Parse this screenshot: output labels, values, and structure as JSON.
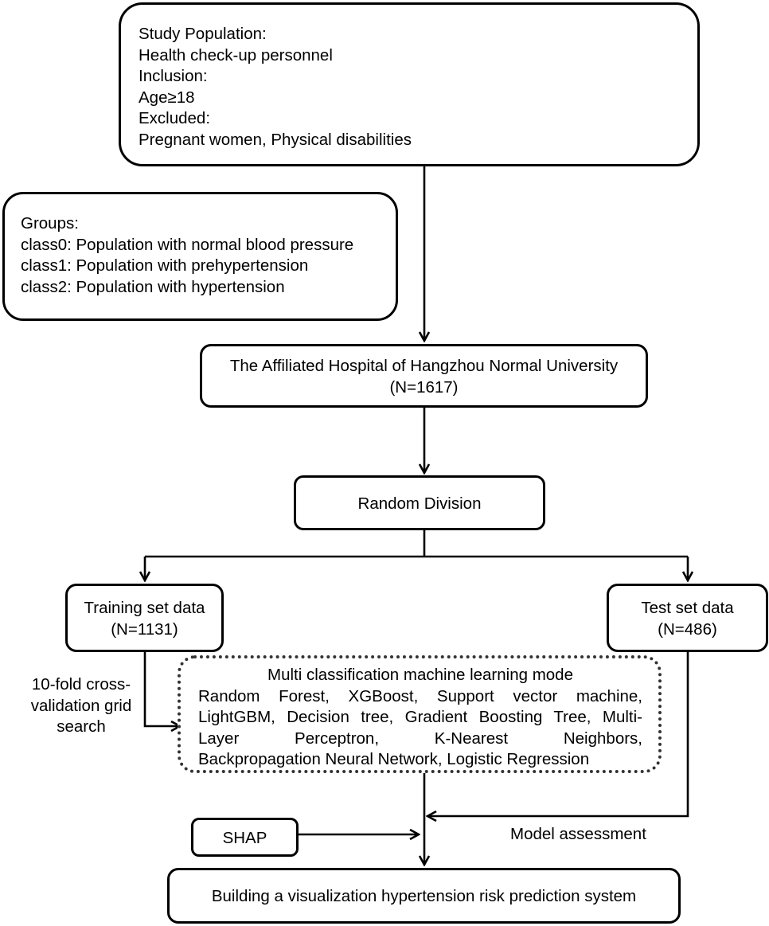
{
  "study_population": {
    "lines": [
      "Study Population:",
      "Health check-up personnel",
      "Inclusion:",
      "Age≥18",
      "Excluded:",
      "Pregnant women, Physical disabilities"
    ]
  },
  "groups": {
    "lines": [
      "Groups:",
      "class0: Population with normal blood pressure",
      "class1: Population with prehypertension",
      "class2: Population with hypertension"
    ]
  },
  "hospital": {
    "name": "The Affiliated Hospital of Hangzhou Normal University",
    "count": "(N=1617)"
  },
  "random_division": {
    "label": "Random Division"
  },
  "training_set": {
    "label": "Training set data",
    "count": "(N=1131)"
  },
  "test_set": {
    "label": "Test set data",
    "count": "(N=486)"
  },
  "ml_models": {
    "title": "Multi classification machine learning mode",
    "lines": [
      "Random Forest, XGBoost, Support vector machine,",
      "LightGBM, Decision tree, Gradient Boosting Tree, Multi-",
      "Layer Perceptron, K-Nearest Neighbors,",
      "Backpropagation Neural Network, Logistic Regression"
    ]
  },
  "cross_validation": {
    "lines": [
      "10-fold cross-",
      "validation grid",
      "search"
    ]
  },
  "shap": {
    "label": "SHAP"
  },
  "model_assessment": {
    "label": "Model assessment"
  },
  "final": {
    "label": "Building a visualization hypertension risk prediction system"
  },
  "colors": {
    "line": "#000000",
    "dotted_border": "#333333",
    "background": "#ffffff"
  }
}
